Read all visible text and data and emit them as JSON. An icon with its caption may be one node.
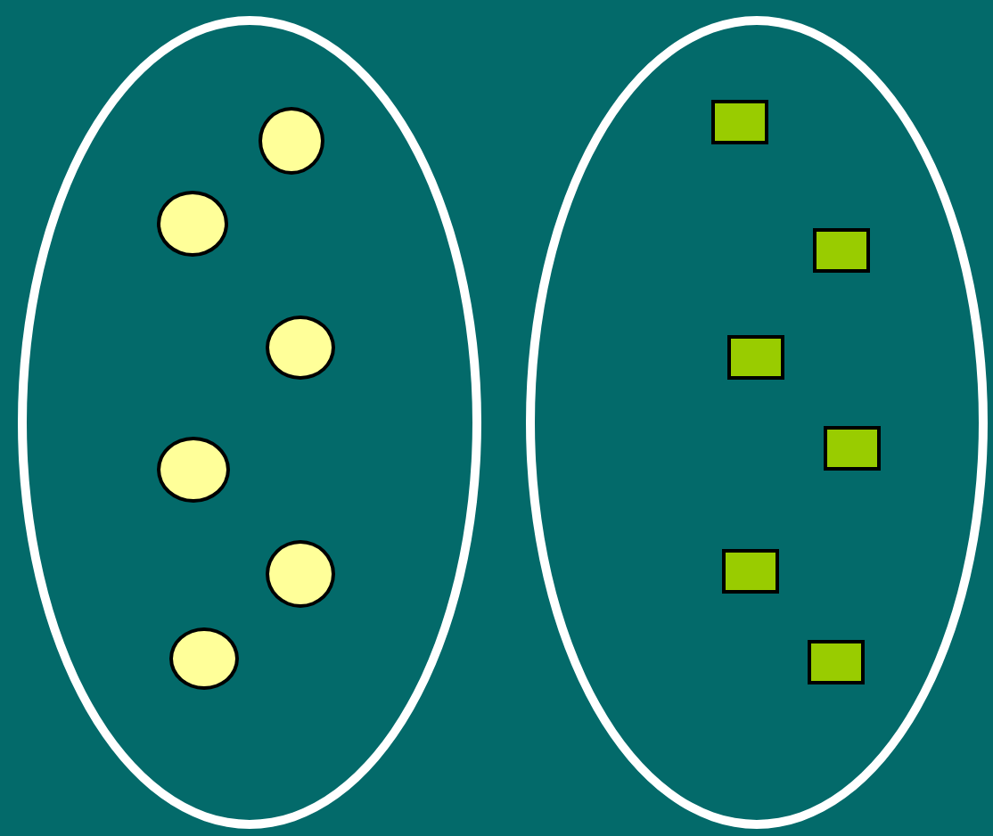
{
  "diagram": {
    "nodes": [
      {
        "text": [],
        "shape": "ellipse"
      },
      {
        "text": [],
        "shape": "circle",
        "in": 0
      },
      {
        "text": [],
        "shape": "circle",
        "in": 0
      },
      {
        "text": [],
        "shape": "circle",
        "in": 0
      },
      {
        "text": [],
        "shape": "circle",
        "in": 0
      },
      {
        "text": [],
        "shape": "circle",
        "in": 0
      },
      {
        "text": [],
        "shape": "circle",
        "in": 0
      },
      {
        "text": [],
        "shape": "ellipse"
      },
      {
        "text": [],
        "shape": "box",
        "in": 7
      },
      {
        "text": [],
        "shape": "box",
        "in": 7
      },
      {
        "text": [],
        "shape": "box",
        "in": 7
      },
      {
        "text": [],
        "shape": "box",
        "in": 7
      },
      {
        "text": [],
        "shape": "box",
        "in": 7
      },
      {
        "text": [],
        "shape": "box",
        "in": 7
      }
    ]
  }
}
